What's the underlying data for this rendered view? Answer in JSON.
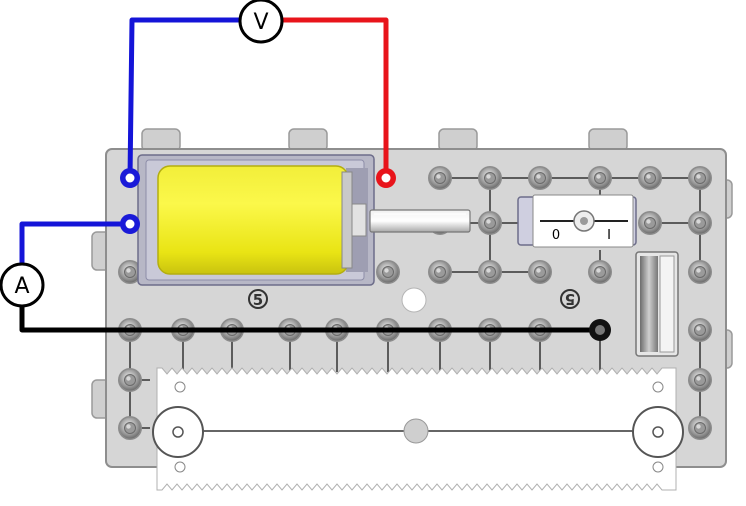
{
  "meters": {
    "voltmeter": {
      "symbol": "V"
    },
    "ammeter": {
      "symbol": "A"
    }
  },
  "switch": {
    "label_off": "0",
    "label_on": "I"
  },
  "board_marks": {
    "left": "5",
    "right": "5"
  },
  "colors": {
    "wire_positive": "#e8141b",
    "wire_negative": "#1414d8",
    "wire_ammeter_return": "#000000",
    "battery": "#f6f21e",
    "board": "#d6d6d6",
    "terminal_blue": "#1a1ad8",
    "terminal_red": "#e8141b",
    "terminal_black": "#111111"
  },
  "icons": [
    "voltmeter-symbol",
    "ammeter-symbol",
    "battery-cell",
    "toggle-switch",
    "pulley",
    "gear-rack"
  ]
}
